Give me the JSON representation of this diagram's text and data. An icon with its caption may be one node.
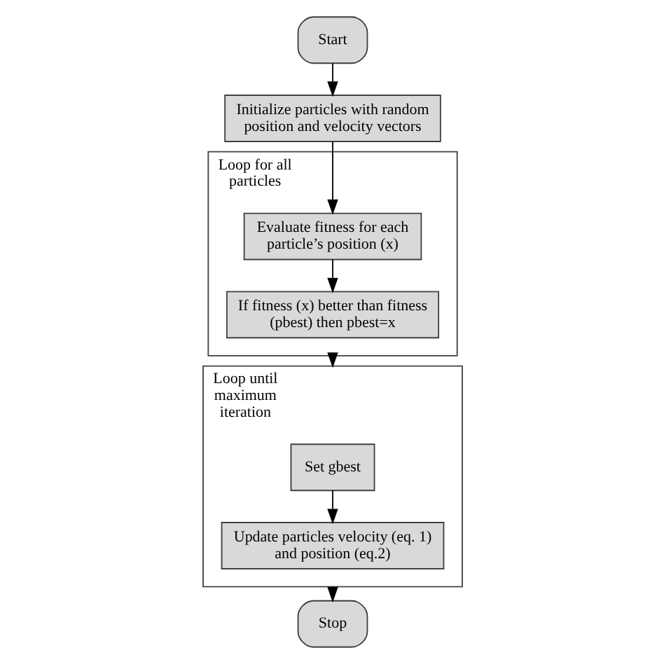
{
  "diagram": {
    "nodes": [
      {
        "text": [
          "Start"
        ]
      },
      {
        "text": [
          "Initialize particles with random position and velocity vectors"
        ]
      },
      {
        "text": [
          "Loop for all particles"
        ]
      },
      {
        "text": [
          "Evaluate fitness for each particle’s position (x)"
        ],
        "in": 2
      },
      {
        "text": [
          "If fitness (x) better than fitness (pbest) then pbest=x"
        ],
        "in": 2
      },
      {
        "text": [
          "Loop until maximum iteration"
        ]
      },
      {
        "text": [
          "Set gbest"
        ],
        "in": 5
      },
      {
        "text": [
          "Update particles velocity (eq. 1) and position (eq.2)"
        ],
        "in": 5
      },
      {
        "text": [
          "Stop"
        ]
      }
    ],
    "edges": [
      {
        "from": 0,
        "to": 1,
        "arrow": "to"
      },
      {
        "from": 1,
        "to": 3,
        "arrow": "to"
      },
      {
        "from": 3,
        "to": 4,
        "arrow": "to"
      },
      {
        "from": 2,
        "to": 5,
        "arrow": "to"
      },
      {
        "from": 6,
        "to": 7,
        "arrow": "to"
      },
      {
        "from": 5,
        "to": 8,
        "arrow": "to"
      }
    ]
  }
}
